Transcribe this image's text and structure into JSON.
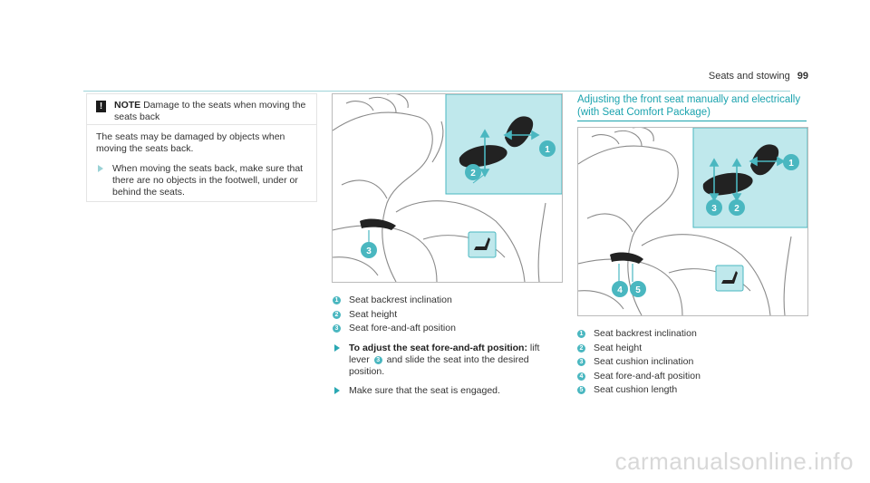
{
  "header": {
    "section": "Seats and stowing",
    "page": "99"
  },
  "note": {
    "icon": "warning-square-icon",
    "label": "NOTE",
    "title": "Damage to the seats when moving the seats back",
    "body": "The seats may be damaged by objects when moving the seats back.",
    "bullet": "When moving the seats back, make sure that there are no objects in the footwell, under or behind the seats."
  },
  "figure1": {
    "legend": [
      {
        "n": "1",
        "text": "Seat backrest inclination"
      },
      {
        "n": "2",
        "text": "Seat height"
      },
      {
        "n": "3",
        "text": "Seat fore-and-aft position"
      }
    ],
    "instr1_bold": "To adjust the seat fore-and-aft position:",
    "instr1_a": " lift lever ",
    "instr1_ref": "3",
    "instr1_b": " and slide the seat into the desired position.",
    "instr2": "Make sure that the seat is engaged."
  },
  "figure2": {
    "title": "Adjusting the front seat manually and electrically (with Seat Comfort Package)",
    "legend": [
      {
        "n": "1",
        "text": "Seat backrest inclination"
      },
      {
        "n": "2",
        "text": "Seat height"
      },
      {
        "n": "3",
        "text": "Seat cushion inclination"
      },
      {
        "n": "4",
        "text": "Seat fore-and-aft position"
      },
      {
        "n": "5",
        "text": "Seat cushion length"
      }
    ]
  },
  "colors": {
    "accent": "#1ba3ae",
    "callout": "#4ab7c0",
    "panel": "#bfe8ec"
  },
  "footer": {
    "watermark": "carmanualsonline.info"
  }
}
